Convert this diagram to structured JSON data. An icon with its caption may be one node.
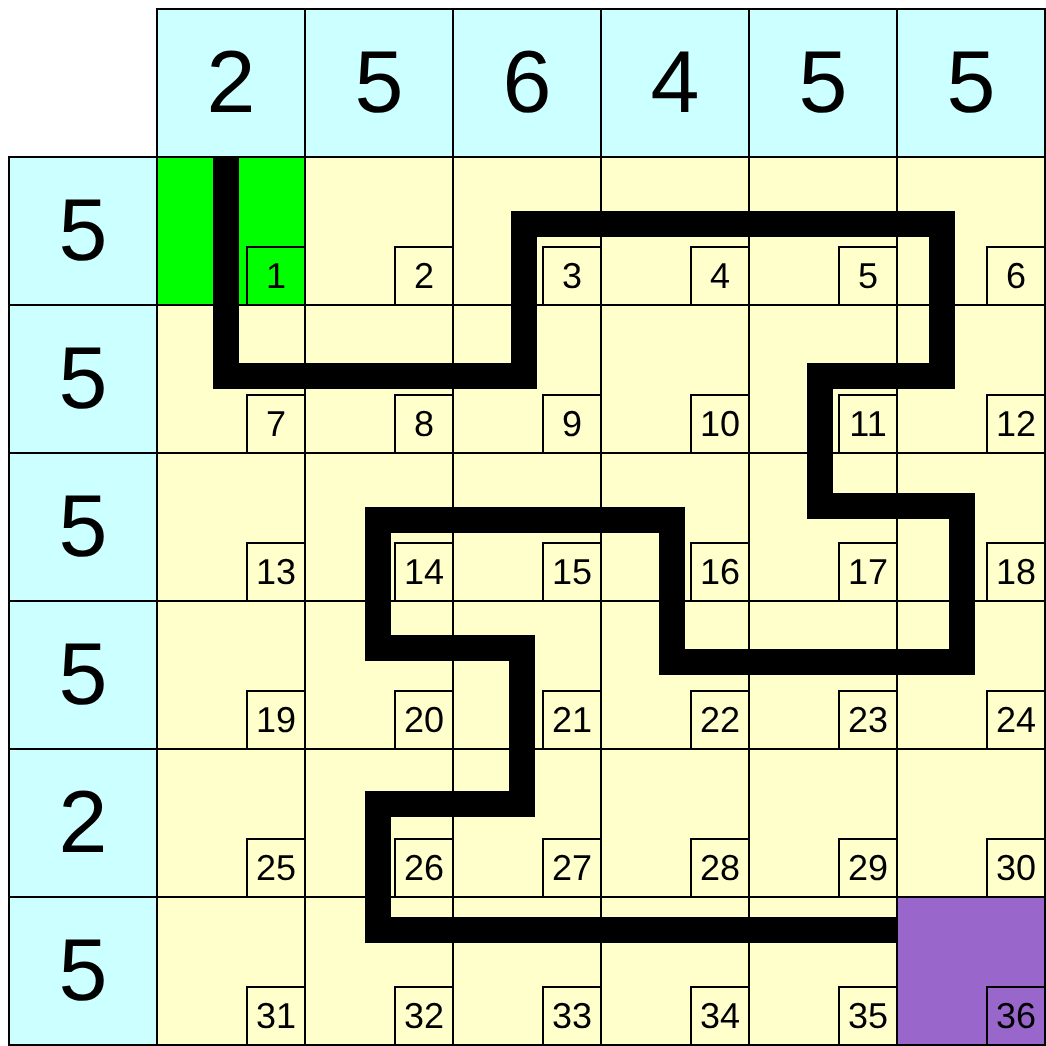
{
  "diagram": {
    "nodes": [
      {
        "text": [
          "1"
        ]
      },
      {
        "text": [
          "36"
        ]
      }
    ],
    "edges": [
      {
        "from": 0,
        "to": 1,
        "arrow": "none"
      }
    ],
    "labels": [
      "2",
      "5",
      "6",
      "4",
      "5",
      "5",
      "5",
      "2",
      "3",
      "4",
      "5",
      "6",
      "5",
      "7",
      "8",
      "9",
      "10",
      "11",
      "12",
      "5",
      "13",
      "14",
      "15",
      "16",
      "17",
      "18",
      "5",
      "19",
      "20",
      "21",
      "22",
      "23",
      "24",
      "2",
      "25",
      "26",
      "27",
      "28",
      "29",
      "30",
      "5",
      "31",
      "32",
      "33",
      "34",
      "35"
    ]
  }
}
